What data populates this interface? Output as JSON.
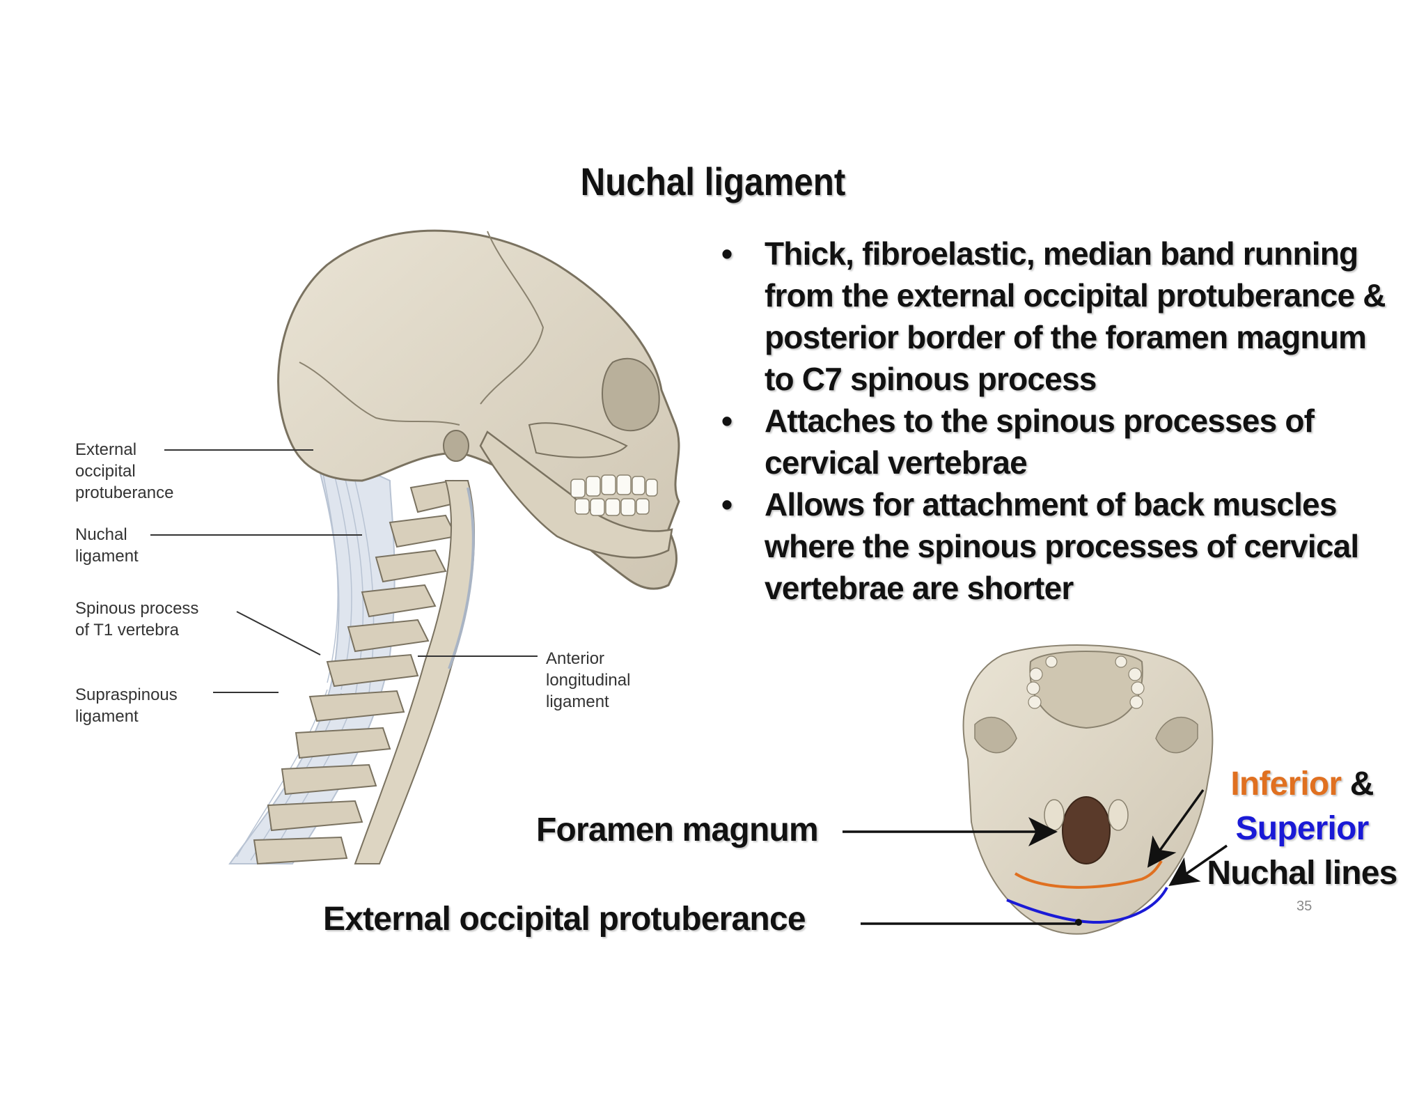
{
  "title": "Nuchal ligament",
  "bullets": [
    "Thick, fibroelastic, median band running from the external occipital protuberance & posterior border of the foramen magnum to C7 spinous process",
    "Attaches to the spinous processes of cervical vertebrae",
    "Allows for attachment of back muscles where the spinous processes of cervical vertebrae are shorter"
  ],
  "bullet_symbol": "•",
  "figure_labels": {
    "external_occipital_protuberance": "External\noccipital\nprotuberance",
    "nuchal_ligament": "Nuchal\nligament",
    "spinous_process_t1": "Spinous process\nof T1 vertebra",
    "supraspinous_ligament": "Supraspinous\nligament",
    "anterior_longitudinal_ligament": "Anterior\nlongitudinal\nligament"
  },
  "skull_base_labels": {
    "foramen_magnum": "Foramen magnum",
    "external_occipital_protuberance": "External occipital protuberance",
    "inferior": "Inferior",
    "ampersand": " &",
    "superior": "Superior",
    "nuchal_lines": "Nuchal lines"
  },
  "colors": {
    "inferior": "#e07020",
    "superior": "#1a1ad6"
  },
  "page_number": "35"
}
